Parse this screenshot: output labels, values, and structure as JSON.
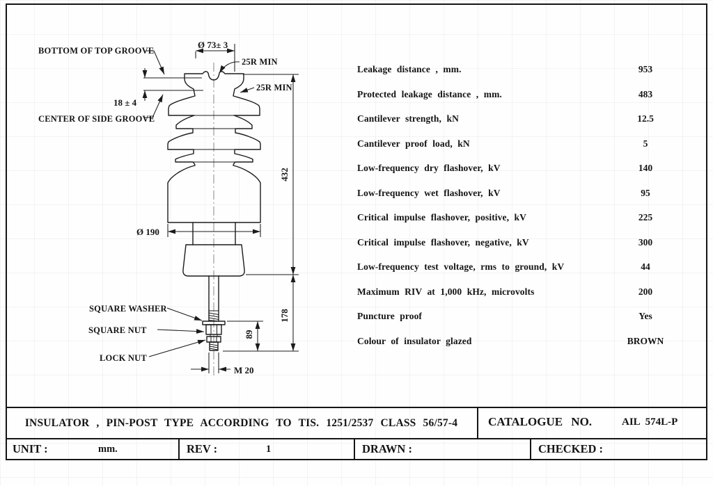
{
  "drawing": {
    "callout_bottom_top_groove": "BOTTOM OF TOP GROOVE",
    "callout_center_side_groove": "CENTER OF SIDE GROOVE",
    "callout_square_washer": "SQUARE WASHER",
    "callout_square_nut": "SQUARE NUT",
    "callout_lock_nut": "LOCK NUT",
    "radius_top_groove": "25R MIN",
    "radius_side_groove": "25R MIN",
    "dim_top_diameter": "Ø 73± 3",
    "dim_groove_offset": "18 ± 4",
    "dim_overall_height": "432",
    "dim_pin_assembly_length": "178",
    "dim_pin_exposed_length": "89",
    "dim_body_diameter": "Ø 190",
    "dim_thread": "M 20"
  },
  "specs": {
    "rows": [
      {
        "label": "Leakage distance , mm.",
        "value": "953"
      },
      {
        "label": "Protected leakage distance , mm.",
        "value": "483"
      },
      {
        "label": "Cantilever strength, kN",
        "value": "12.5"
      },
      {
        "label": "Cantilever proof load, kN",
        "value": "5"
      },
      {
        "label": "Low-frequency dry flashover, kV",
        "value": "140"
      },
      {
        "label": "Low-frequency wet flashover, kV",
        "value": "95"
      },
      {
        "label": "Critical impulse flashover, positive, kV",
        "value": "225"
      },
      {
        "label": "Critical impulse flashover, negative, kV",
        "value": "300"
      },
      {
        "label": "Low-frequency test voltage, rms to ground, kV",
        "value": "44"
      },
      {
        "label": "Maximum RIV at 1,000 kHz, microvolts",
        "value": "200"
      },
      {
        "label": "Puncture proof",
        "value": "Yes"
      },
      {
        "label": "Colour of insulator glazed",
        "value": "BROWN"
      }
    ]
  },
  "title_block": {
    "title": "INSULATOR , PIN-POST TYPE ACCORDING TO TIS. 1251/2537 CLASS 56/57-4",
    "catalogue_label": "CATALOGUE NO.",
    "catalogue_value": "AIL 574L-P",
    "unit_label": "UNIT :",
    "unit_value": "mm.",
    "rev_label": "REV :",
    "rev_value": "1",
    "drawn_label": "DRAWN :",
    "checked_label": "CHECKED :"
  }
}
